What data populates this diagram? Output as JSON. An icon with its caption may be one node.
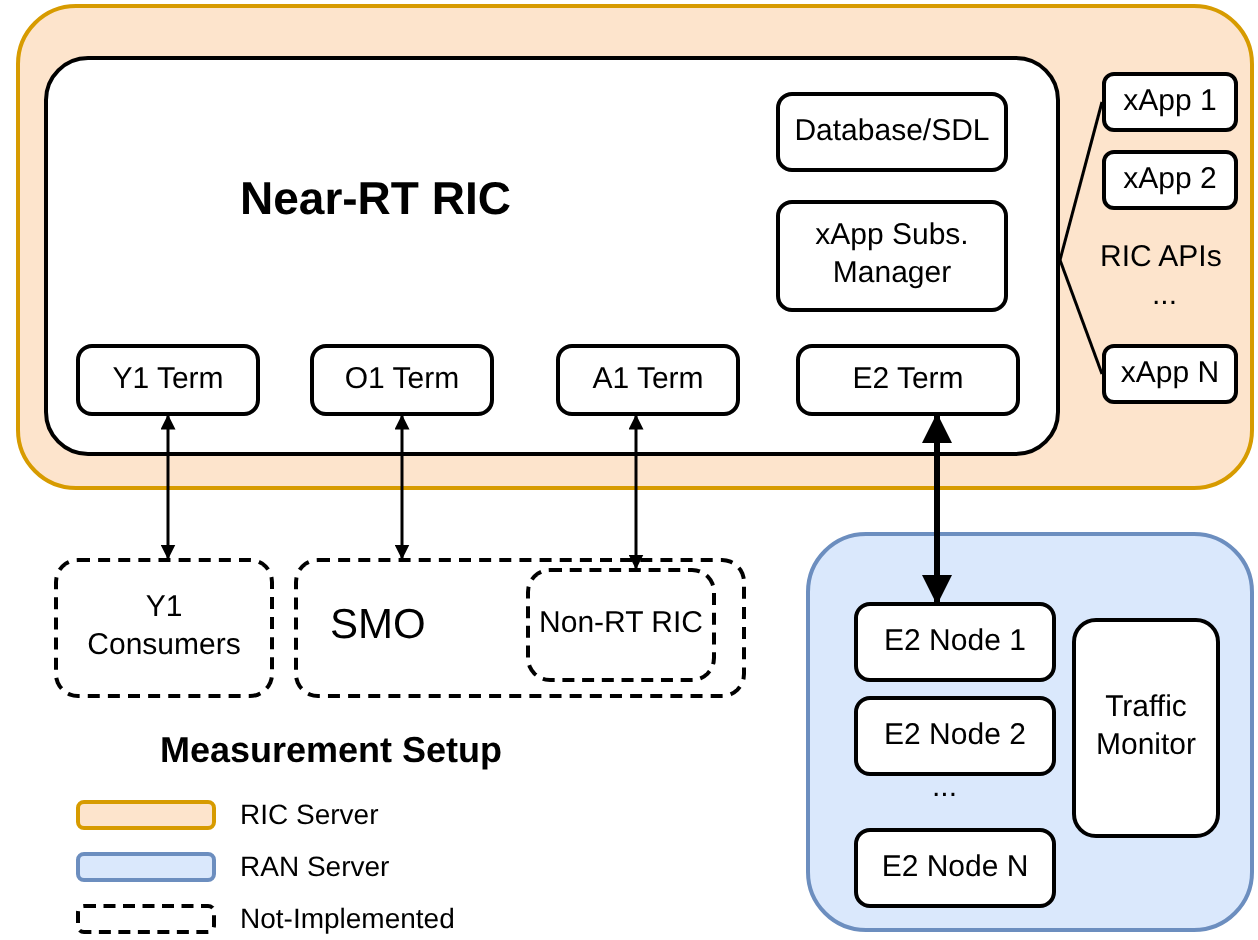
{
  "diagram": {
    "nodes": [
      {
        "text": [],
        "shape": "box"
      },
      {
        "text": [
          "Near-RT RIC"
        ],
        "in": 0
      },
      {
        "text": [
          "Database/SDL"
        ],
        "in": 1
      },
      {
        "text": [
          "xApp Subs. Manager"
        ],
        "in": 1
      },
      {
        "text": [
          "Y1 Term"
        ],
        "in": 1
      },
      {
        "text": [
          "O1 Term"
        ],
        "in": 1
      },
      {
        "text": [
          "A1 Term"
        ],
        "in": 1
      },
      {
        "text": [
          "E2 Term"
        ],
        "in": 1
      },
      {
        "text": [
          "xApp 1"
        ],
        "in": 0
      },
      {
        "text": [
          "xApp 2"
        ],
        "in": 0
      },
      {
        "text": [
          "xApp N"
        ],
        "in": 0
      },
      {
        "text": [
          "Y1 Consumers"
        ]
      },
      {
        "text": [
          "SMO"
        ]
      },
      {
        "text": [
          "Non-RT RIC"
        ],
        "in": 12
      },
      {
        "text": [],
        "shape": "box"
      },
      {
        "text": [
          "E2 Node 1"
        ],
        "in": 14
      },
      {
        "text": [
          "E2 Node 2"
        ],
        "in": 14
      },
      {
        "text": [
          "E2 Node N"
        ],
        "in": 14
      },
      {
        "text": [
          "Traffic Monitor"
        ],
        "in": 14
      }
    ],
    "edges": [
      {
        "from": 1,
        "to": 8,
        "arrow": "none"
      },
      {
        "from": 1,
        "to": 10,
        "arrow": "none"
      },
      {
        "from": 4,
        "to": 11,
        "arrow": "both"
      },
      {
        "from": 5,
        "to": 12,
        "arrow": "both"
      },
      {
        "from": 6,
        "to": 13,
        "arrow": "both"
      },
      {
        "from": 7,
        "to": 15,
        "arrow": "both",
        "style": "thick"
      }
    ],
    "labels": [
      "RIC APIs",
      "...",
      "Measurement Setup",
      "..."
    ],
    "legend": [
      {
        "text": "RIC Server",
        "color": "#fde4cc"
      },
      {
        "text": "RAN Server",
        "color": "#dae8fc"
      },
      {
        "text": "Not-Implemented"
      }
    ]
  }
}
